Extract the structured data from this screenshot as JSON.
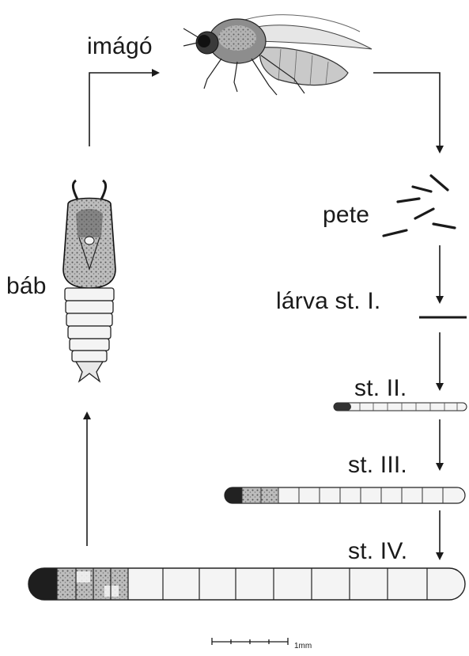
{
  "labels": {
    "imago": "imágó",
    "pete": "pete",
    "larva_st1": "lárva st. I.",
    "st2": "st. II.",
    "st3": "st. III.",
    "st4": "st. IV.",
    "bab": "báb"
  },
  "scale_bar": {
    "label": "1mm"
  },
  "colors": {
    "ink": "#1a1a1a",
    "body": "#f4f4f4",
    "dark": "#333333"
  },
  "icons": [
    "fly-icon",
    "eggs-icon",
    "larva-icon",
    "pupa-icon",
    "arrow-icon"
  ]
}
